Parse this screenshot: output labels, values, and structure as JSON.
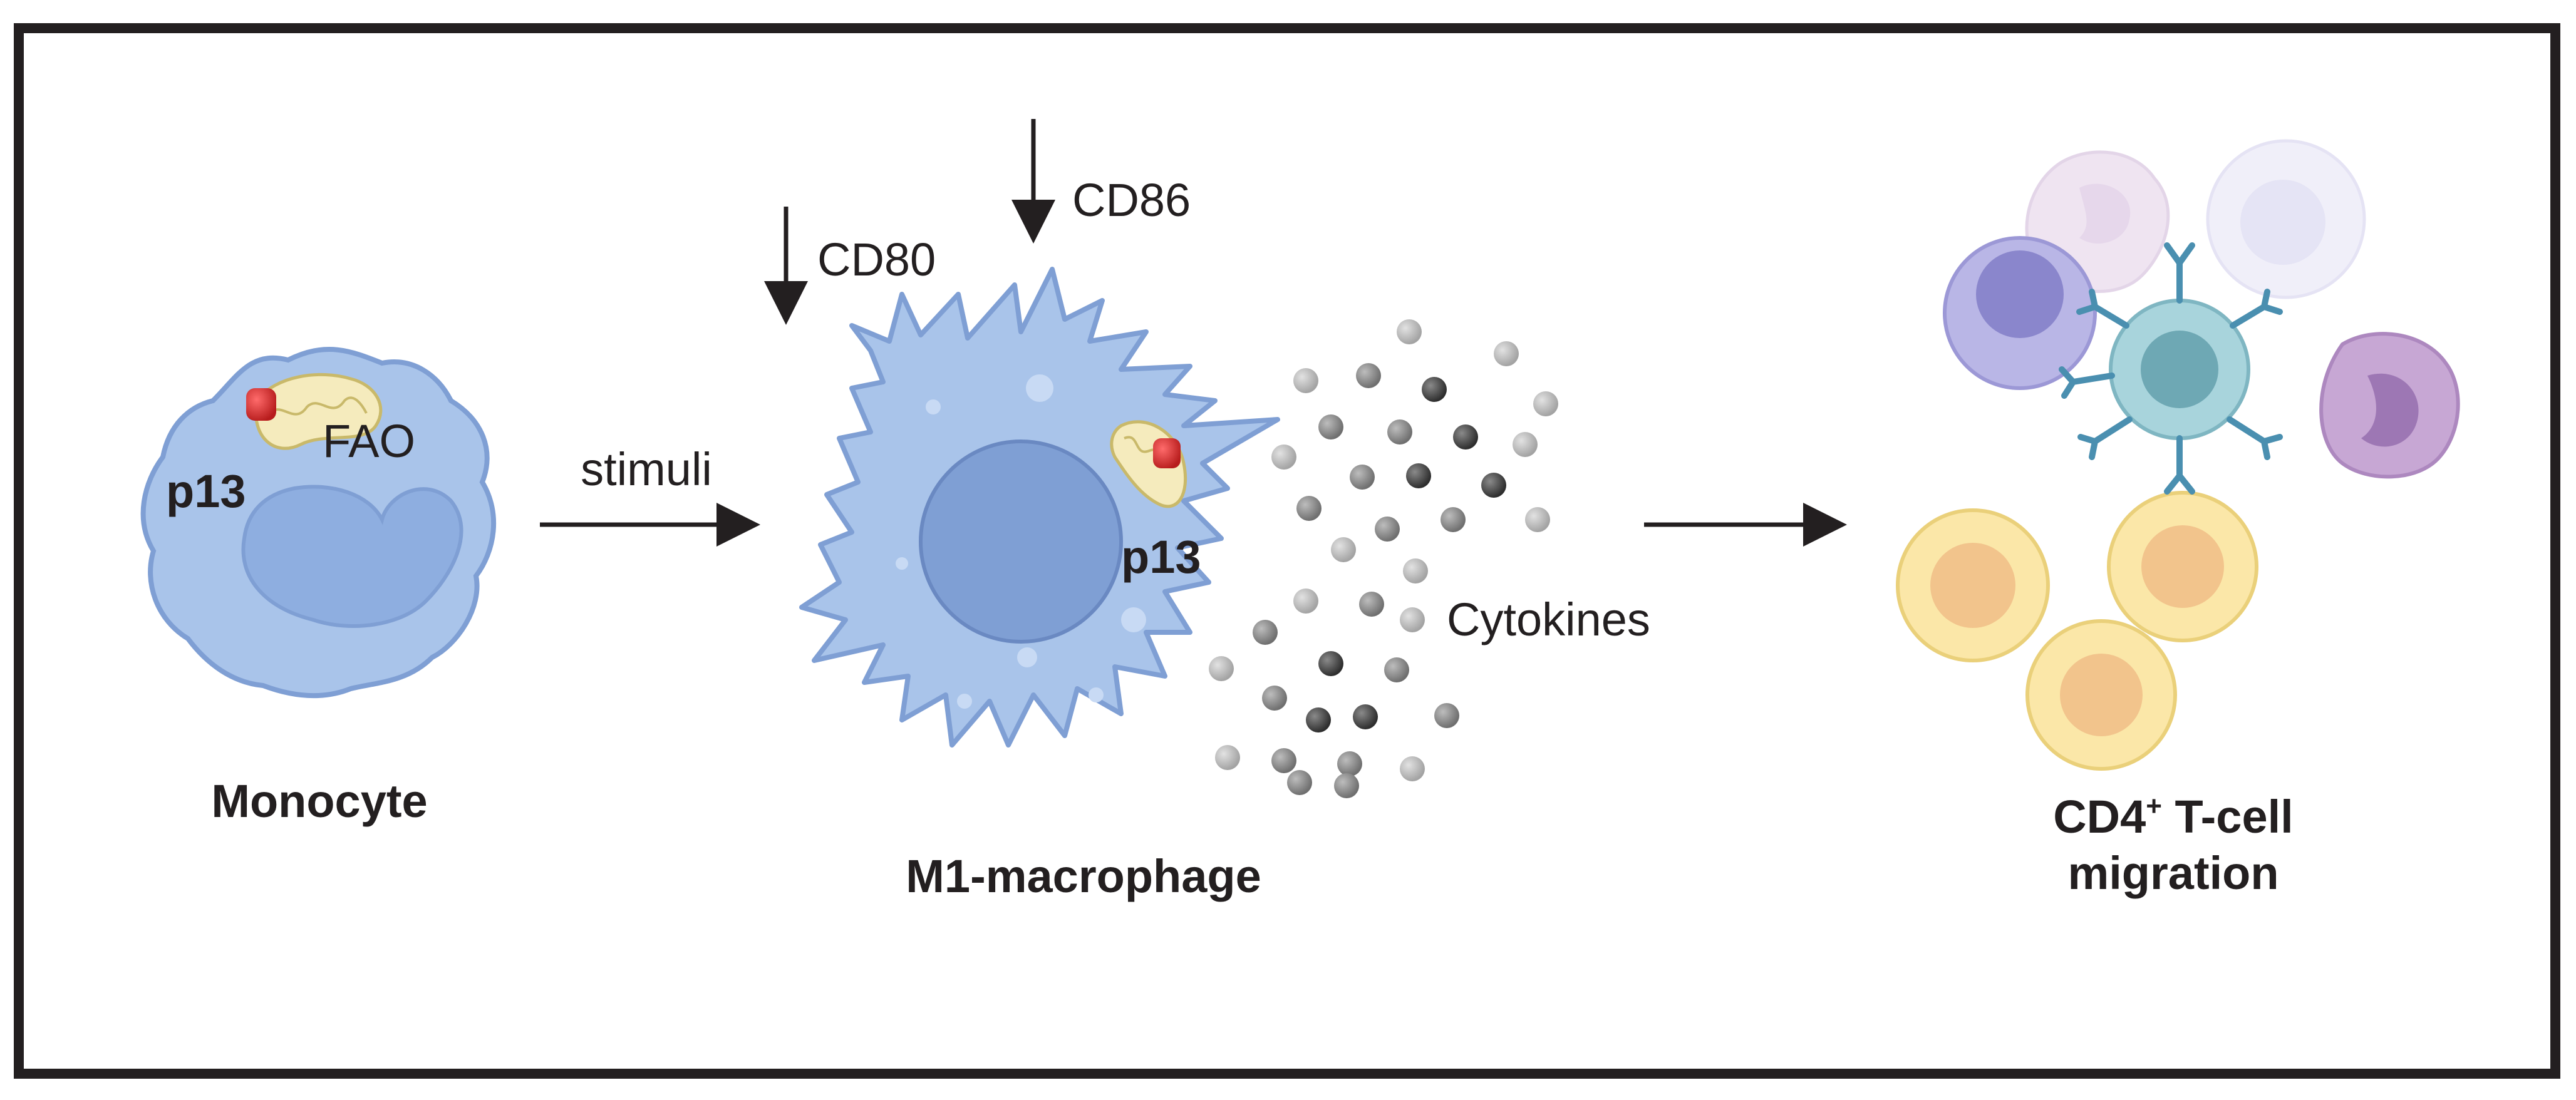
{
  "labels": {
    "monocyte": "Monocyte",
    "m1_macrophage": "M1-macrophage",
    "cd4_line1_main": "CD4",
    "cd4_line1_sup": "+",
    "cd4_line1_rest": " T-cell",
    "cd4_line2": "migration",
    "stimuli": "stimuli",
    "cd80": "CD80",
    "cd86": "CD86",
    "cytokines": "Cytokines",
    "fao": "FAO",
    "p13_monocyte": "p13",
    "p13_macrophage": "p13"
  },
  "colors": {
    "frame": "#231f20",
    "monocyte_fill": "#a9c4ea",
    "macrophage_fill": "#a9c4ea",
    "nucleus_fill": "#7f9fd4",
    "mitochondria_fill": "#f5ebbd",
    "p13_marker": "#d32f2f",
    "tcell_fill": "#a8d4dc",
    "antibody": "#4a8fb0",
    "b_cell_fill": "#fbe7a8",
    "b_cell_nucleus": "#f2c48c",
    "lymph_purple": "#b9b6e6",
    "lymph_purple_nucleus": "#8a86cc"
  }
}
